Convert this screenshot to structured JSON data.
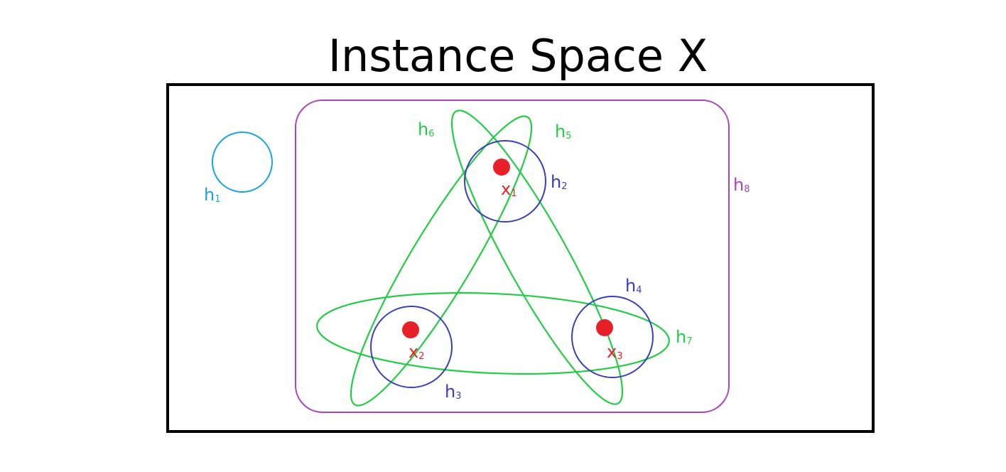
{
  "title": "Instance Space X",
  "colors": {
    "frame": "#000000",
    "point": "#e8202a",
    "h1": "#1aa3e0",
    "blue_circle": "#3a3fb8",
    "green_ellipse": "#22cc44",
    "h8": "#aa44bb"
  },
  "points": [
    {
      "name": "x",
      "sub": "1"
    },
    {
      "name": "x",
      "sub": "2"
    },
    {
      "name": "x",
      "sub": "3"
    }
  ],
  "hypotheses": [
    {
      "name": "h",
      "sub": "1"
    },
    {
      "name": "h",
      "sub": "2"
    },
    {
      "name": "h",
      "sub": "3"
    },
    {
      "name": "h",
      "sub": "4"
    },
    {
      "name": "h",
      "sub": "5"
    },
    {
      "name": "h",
      "sub": "6"
    },
    {
      "name": "h",
      "sub": "7"
    },
    {
      "name": "h",
      "sub": "8"
    }
  ]
}
